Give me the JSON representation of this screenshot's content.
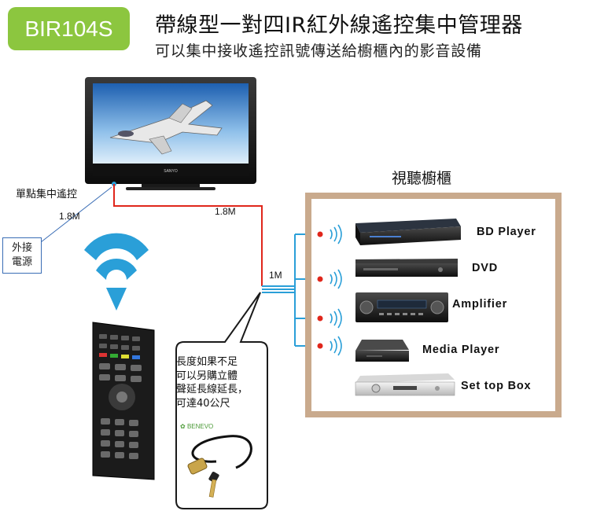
{
  "header": {
    "model": "BIR104S",
    "title": "帶線型一對四IR紅外線遙控集中管理器",
    "subtitle": "可以集中接收遙控訊號傳送給櫥櫃內的影音設備"
  },
  "tv": {
    "brand": "SANYO"
  },
  "labels": {
    "receiver": "單點集中遙控",
    "len_left": "1.8M",
    "len_top": "1.8M",
    "len_split": "1M",
    "power_line1": "外接",
    "power_line2": "電源"
  },
  "cabinet": {
    "title": "視聽櫥櫃",
    "devices": [
      {
        "label": "BD Player"
      },
      {
        "label": "DVD"
      },
      {
        "label": "Amplifier"
      },
      {
        "label": "Media Player"
      },
      {
        "label": "Set top Box"
      }
    ]
  },
  "note": {
    "lines": [
      "長度如果不足",
      "可以另購立體",
      "聲延長線延長，",
      "可達40公尺"
    ],
    "brand": "BENEVO"
  },
  "colors": {
    "badge": "#8cc63f",
    "cable_red": "#e0261b",
    "ir_blue": "#2a9fd8",
    "cabinet_frame": "#c9aa8d"
  }
}
